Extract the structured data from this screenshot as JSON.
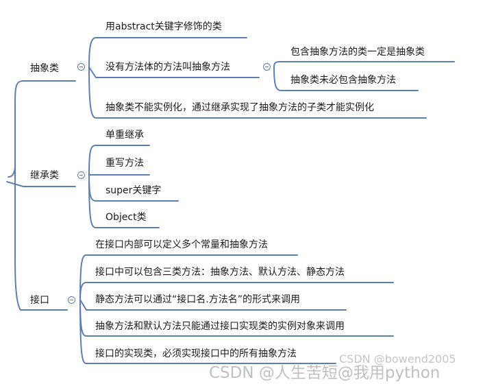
{
  "nodes": {
    "abstract_class": "抽象类",
    "abstract_keyword": "用abstract关键字修饰的类",
    "no_body_method": "没有方法体的方法叫抽象方法",
    "must_be_abstract": "包含抽象方法的类一定是抽象类",
    "not_must_contain": "抽象类未必包含抽象方法",
    "cannot_instantiate": "抽象类不能实例化，通过继承实现了抽象方法的子类才能实例化",
    "inheritance": "继承类",
    "single_inheritance": "单重继承",
    "override": "重写方法",
    "super_keyword": "super关键字",
    "object_class": "Object类",
    "interface": "接口",
    "iface_constants": "在接口内部可以定义多个常量和抽象方法",
    "iface_three_methods": "接口中可以包含三类方法：抽象方法、默认方法、静态方法",
    "iface_static_call": "静态方法可以通过“接口名.方法名”的形式来调用",
    "iface_abstract_default": "抽象方法和默认方法只能通过接口实现类的实例对象来调用",
    "iface_impl": "接口的实现类，必须实现接口中的所有抽象方法"
  },
  "watermark": {
    "small": "CSDN @bowend2005",
    "large": "CSDN @人生苦短@我用python"
  },
  "colors": {
    "line": "#5b7fb3",
    "text": "#1a1a1a"
  }
}
